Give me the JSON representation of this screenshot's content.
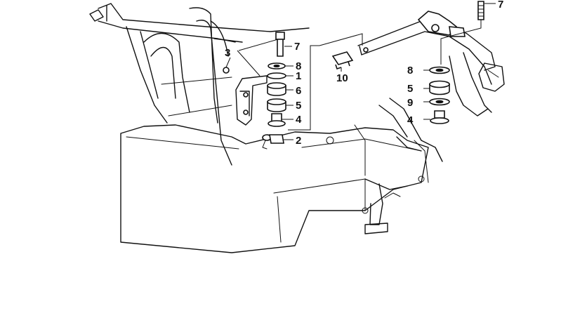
{
  "callouts": [
    {
      "id": "c7-left",
      "text": "7"
    },
    {
      "id": "c8-left",
      "text": "8"
    },
    {
      "id": "c1",
      "text": "1"
    },
    {
      "id": "c6",
      "text": "6"
    },
    {
      "id": "c5-left",
      "text": "5"
    },
    {
      "id": "c4-left",
      "text": "4"
    },
    {
      "id": "c2",
      "text": "2"
    },
    {
      "id": "c3",
      "text": "3"
    },
    {
      "id": "c10",
      "text": "10"
    },
    {
      "id": "c7-right",
      "text": "7"
    },
    {
      "id": "c8-right",
      "text": "8"
    },
    {
      "id": "c5-right",
      "text": "5"
    },
    {
      "id": "c9",
      "text": "9"
    },
    {
      "id": "c4-right",
      "text": "4"
    }
  ]
}
